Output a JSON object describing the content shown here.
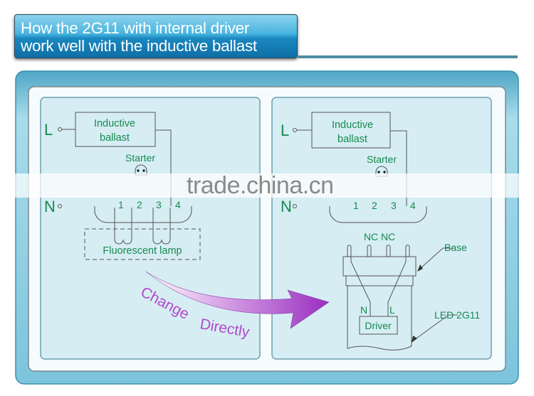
{
  "title": {
    "line1": "How the 2G11 with internal driver",
    "line2": "work well with the inductive ballast"
  },
  "left_panel": {
    "L": "L",
    "N": "N",
    "ballast": [
      "Inductive",
      "ballast"
    ],
    "starter": "Starter",
    "pins": [
      "1",
      "2",
      "3",
      "4"
    ],
    "lamp": "Fluorescent lamp"
  },
  "right_panel": {
    "L": "L",
    "N": "N",
    "ballast": [
      "Inductive",
      "ballast"
    ],
    "starter": "Starter",
    "pins": [
      "1",
      "2",
      "3",
      "4"
    ],
    "nc": "NC NC",
    "base": "Base",
    "wire_n": "N",
    "wire_l": "L",
    "driver": "Driver",
    "led": "LED 2G11"
  },
  "arrow_text": {
    "word1": "Change",
    "word2": "Directly"
  },
  "watermark": "trade.china.cn",
  "colors": {
    "label": "#178a4e",
    "arrow": "#a23bc4",
    "panel": "#d6edf4"
  }
}
